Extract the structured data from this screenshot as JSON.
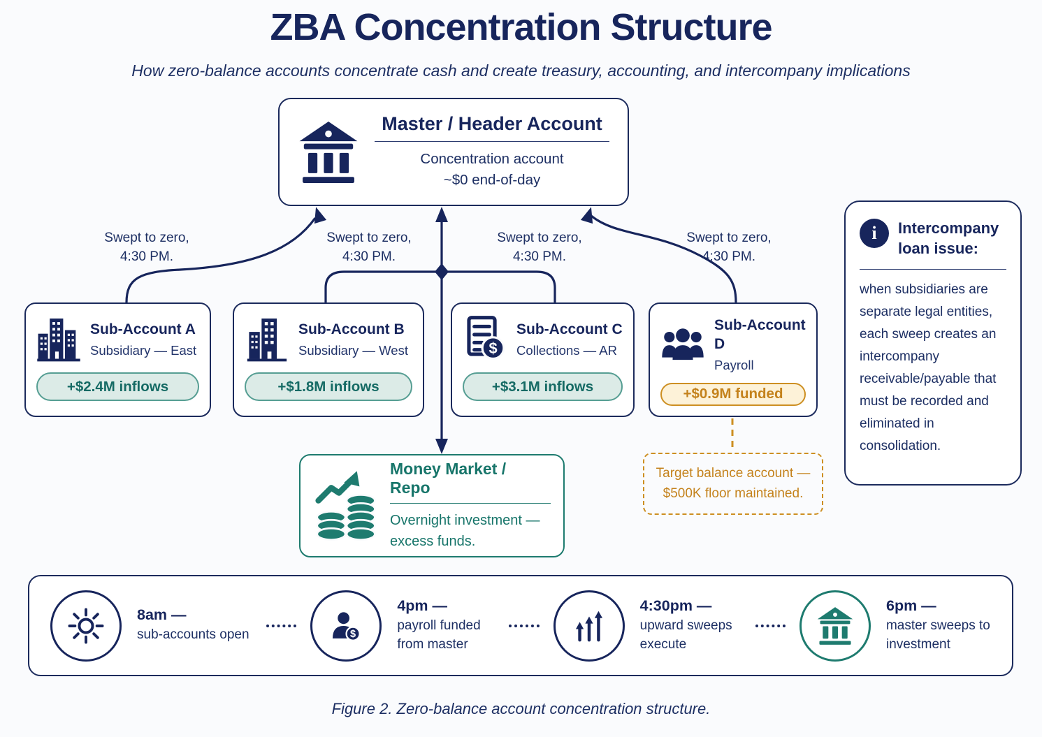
{
  "title": "ZBA Concentration Structure",
  "subtitle": "How zero-balance accounts concentrate cash and create treasury, accounting, and intercompany implications",
  "colors": {
    "navy": "#17255c",
    "teal": "#1e7b6f",
    "amber": "#cd8f22",
    "badge_teal_bg": "#dcebe7",
    "badge_amber_bg": "#fdf2d8",
    "background": "#fafbfd"
  },
  "master": {
    "icon": "bank-icon",
    "title": "Master / Header Account",
    "line1": "Concentration account",
    "line2": "~$0 end-of-day"
  },
  "sweep_labels": [
    {
      "line1": "Swept to zero,",
      "line2": "4:30 PM."
    },
    {
      "line1": "Swept to zero,",
      "line2": "4:30 PM."
    },
    {
      "line1": "Swept to zero,",
      "line2": "4:30 PM."
    },
    {
      "line1": "Swept to zero,",
      "line2": "4:30 PM."
    }
  ],
  "sub_accounts": [
    {
      "icon": "buildings-icon",
      "title": "Sub-Account A",
      "subtitle": "Subsidiary — East",
      "badge": "+$2.4M inflows",
      "badge_style": "teal"
    },
    {
      "icon": "buildings-icon",
      "title": "Sub-Account B",
      "subtitle": "Subsidiary — West",
      "badge": "+$1.8M inflows",
      "badge_style": "teal"
    },
    {
      "icon": "invoice-dollar-icon",
      "title": "Sub-Account C",
      "subtitle": "Collections — AR",
      "badge": "+$3.1M inflows",
      "badge_style": "teal"
    },
    {
      "icon": "people-icon",
      "title": "Sub-Account D",
      "subtitle": "Payroll",
      "badge": "+$0.9M funded",
      "badge_style": "amber"
    }
  ],
  "money_market": {
    "icon": "investment-growth-icon",
    "title": "Money Market / Repo",
    "body": "Overnight investment — excess funds."
  },
  "target_note": {
    "line1": "Target balance account —",
    "line2": "$500K floor maintained."
  },
  "sidebar": {
    "icon": "info-icon",
    "title": "Intercompany loan issue:",
    "body": "when subsidiaries are separate legal entities, each sweep creates an intercompany receivable/payable that must be recorded and eliminated in consolidation."
  },
  "timeline": [
    {
      "icon": "sun-icon",
      "time": "8am —",
      "label": "sub-accounts open"
    },
    {
      "icon": "payroll-person-icon",
      "time": "4pm —",
      "label": "payroll funded from master"
    },
    {
      "icon": "upward-arrows-icon",
      "time": "4:30pm —",
      "label": "upward sweeps execute"
    },
    {
      "icon": "bank-icon",
      "time": "6pm —",
      "label": "master sweeps to investment"
    }
  ],
  "caption": "Figure 2. Zero-balance account concentration structure."
}
